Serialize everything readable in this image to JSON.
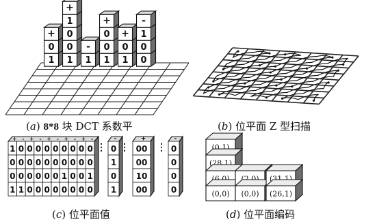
{
  "panel_a": {
    "caption_letter": "a",
    "caption_prefix": "8*8",
    "caption_rest": "块 DCT 系数平",
    "stacks": [
      {
        "cell": [
          0,
          0
        ],
        "bits": [
          "0",
          "1"
        ],
        "sign": "+"
      },
      {
        "cell": [
          1,
          0
        ],
        "bits": [
          "1",
          "0",
          "0",
          "1"
        ],
        "sign": "+"
      },
      {
        "cell": [
          2,
          0
        ],
        "bits": [
          "1"
        ],
        "sign": "-"
      },
      {
        "cell": [
          3,
          0
        ],
        "bits": [
          "0",
          "0",
          "1"
        ],
        "sign": "+"
      },
      {
        "cell": [
          4,
          0
        ],
        "bits": [
          "0",
          "1"
        ],
        "sign": "+"
      },
      {
        "cell": [
          5,
          0
        ],
        "bits": [
          "1",
          "0",
          "0"
        ],
        "sign": "-"
      }
    ]
  },
  "panel_b": {
    "caption_letter": "b",
    "caption_text": "位平面 Z 型扫描"
  },
  "panel_c": {
    "caption_letter": "c",
    "caption_text": "位平面值",
    "rows": [
      "1000000000",
      "0000000000",
      "0000001001",
      "1100000000"
    ],
    "header_signs": "+-+-+-+-+-",
    "columns": [
      {
        "sign": "-",
        "bits": [
          "0",
          "1",
          "0",
          "1"
        ]
      },
      {
        "sign": "+",
        "bits": [
          "00",
          "00",
          "10",
          "00"
        ]
      },
      {
        "sign": "-",
        "bits": [
          "0",
          "0",
          "0",
          "0"
        ]
      }
    ]
  },
  "panel_d": {
    "caption_letter": "d",
    "caption_text": "位平面编码",
    "blocks": [
      "(0,1)",
      "(28,1)",
      "(6,0)",
      "(2,0)",
      "(31,1)",
      "(0,0)",
      "(0,0)",
      "(26,1)"
    ]
  }
}
